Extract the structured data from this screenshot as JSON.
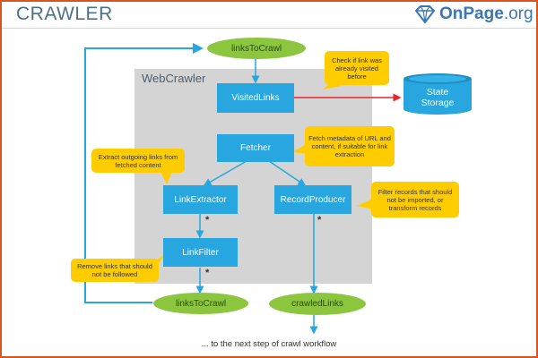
{
  "header": {
    "title": "CRAWLER",
    "logo_brand": "OnPage",
    "logo_suffix": ".org"
  },
  "panel": {
    "label": "WebCrawler"
  },
  "nodes": {
    "visited_links": "VisitedLinks",
    "fetcher": "Fetcher",
    "link_extractor": "LinkExtractor",
    "record_producer": "RecordProducer",
    "link_filter": "LinkFilter"
  },
  "ovals": {
    "links_to_crawl_top": "linksToCrawl",
    "links_to_crawl_bottom": "linksToCrawl",
    "crawled_links": "crawledLinks"
  },
  "storage": {
    "label_line1": "State",
    "label_line2": "Storage"
  },
  "notes": {
    "visited_check": "Check if link was already visited before",
    "fetch_metadata": "Fetch metadata of URL and content, if suitable for link extraction",
    "extract_links": "Extract outgoing links from fetched content",
    "filter_records": "Filter records that should not be imported, or transform records",
    "remove_links": "Remove links that should not be followed"
  },
  "multiplicity": "*",
  "footer": "... to the next step of crawl workflow",
  "colors": {
    "frame": "#d9541e",
    "node": "#27a6df",
    "oval": "#8cc63f",
    "note": "#ffcc00",
    "panel": "#d4d4d4",
    "red_arrow": "#e8242b",
    "loop_arrow": "#27a6df"
  }
}
